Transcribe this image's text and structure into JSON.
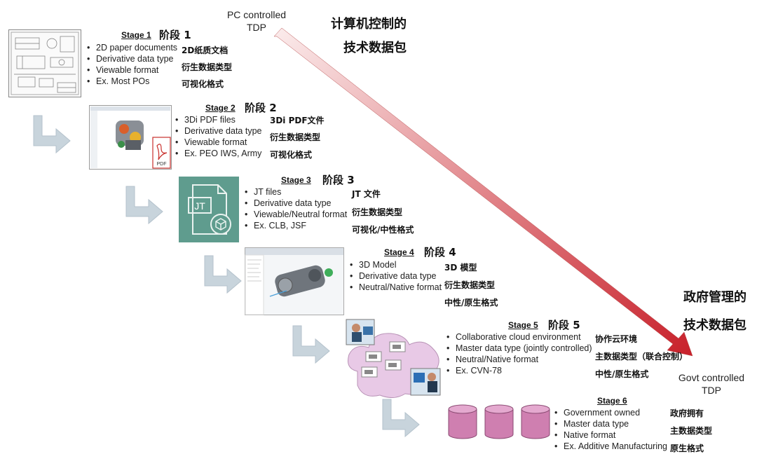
{
  "top": {
    "pc_label_line1": "PC controlled",
    "pc_label_line2": "TDP",
    "zh_top_line1": "计算机控制的",
    "zh_top_line2": "技术数据包"
  },
  "right": {
    "zh_right_line1": "政府管理的",
    "zh_right_line2": "技术数据包",
    "govt_label_line1": "Govt controlled",
    "govt_label_line2": "TDP"
  },
  "stages": [
    {
      "title": "Stage 1",
      "zh_title": "阶段 1",
      "bullets": [
        "2D paper documents",
        "Derivative data type",
        "Viewable format",
        "Ex. Most POs"
      ],
      "zh_notes": [
        "2D纸质文档",
        "衍生数据类型",
        "可视化格式"
      ]
    },
    {
      "title": "Stage 2",
      "zh_title": "阶段 2",
      "bullets": [
        "3Di PDF files",
        "Derivative data type",
        "Viewable format",
        "Ex. PEO IWS, Army"
      ],
      "zh_notes": [
        "3Di PDF文件",
        "衍生数据类型",
        "可视化格式"
      ]
    },
    {
      "title": "Stage 3",
      "zh_title": "阶段 3",
      "bullets": [
        "JT files",
        "Derivative data type",
        "Viewable/Neutral format",
        "Ex. CLB, JSF"
      ],
      "zh_notes": [
        "JT 文件",
        "衍生数据类型",
        "可视化/中性格式"
      ]
    },
    {
      "title": "Stage 4",
      "zh_title": "阶段 4",
      "bullets": [
        "3D Model",
        "Derivative data type",
        "Neutral/Native format"
      ],
      "zh_notes": [
        "3D 模型",
        "衍生数据类型",
        "中性/原生格式"
      ]
    },
    {
      "title": "Stage 5",
      "zh_title": "阶段 5",
      "bullets": [
        "Collaborative cloud environment",
        "Master data type (jointly controlled)",
        "Neutral/Native format",
        "Ex. CVN-78"
      ],
      "zh_notes": [
        "协作云环境",
        "主数据类型（联合控制）",
        "中性/原生格式"
      ]
    },
    {
      "title": "Stage 6",
      "zh_title": "",
      "bullets": [
        "Government owned",
        "Master data type",
        "Native format",
        "Ex. Additive Manufacturing"
      ],
      "zh_notes": [
        "政府拥有",
        "主数据类型",
        "原生格式"
      ]
    }
  ],
  "thumbnails": {
    "pdf_badge": "PDF",
    "jt_badge": "JT"
  },
  "colors": {
    "diagonal_arrow_start": "#f7dede",
    "diagonal_arrow_end": "#c8202a",
    "step_arrow": "#c7d3dc",
    "jt_bg": "#5f9c8e",
    "cloud": "#e8c9e6",
    "database": "#cf7fb0"
  }
}
